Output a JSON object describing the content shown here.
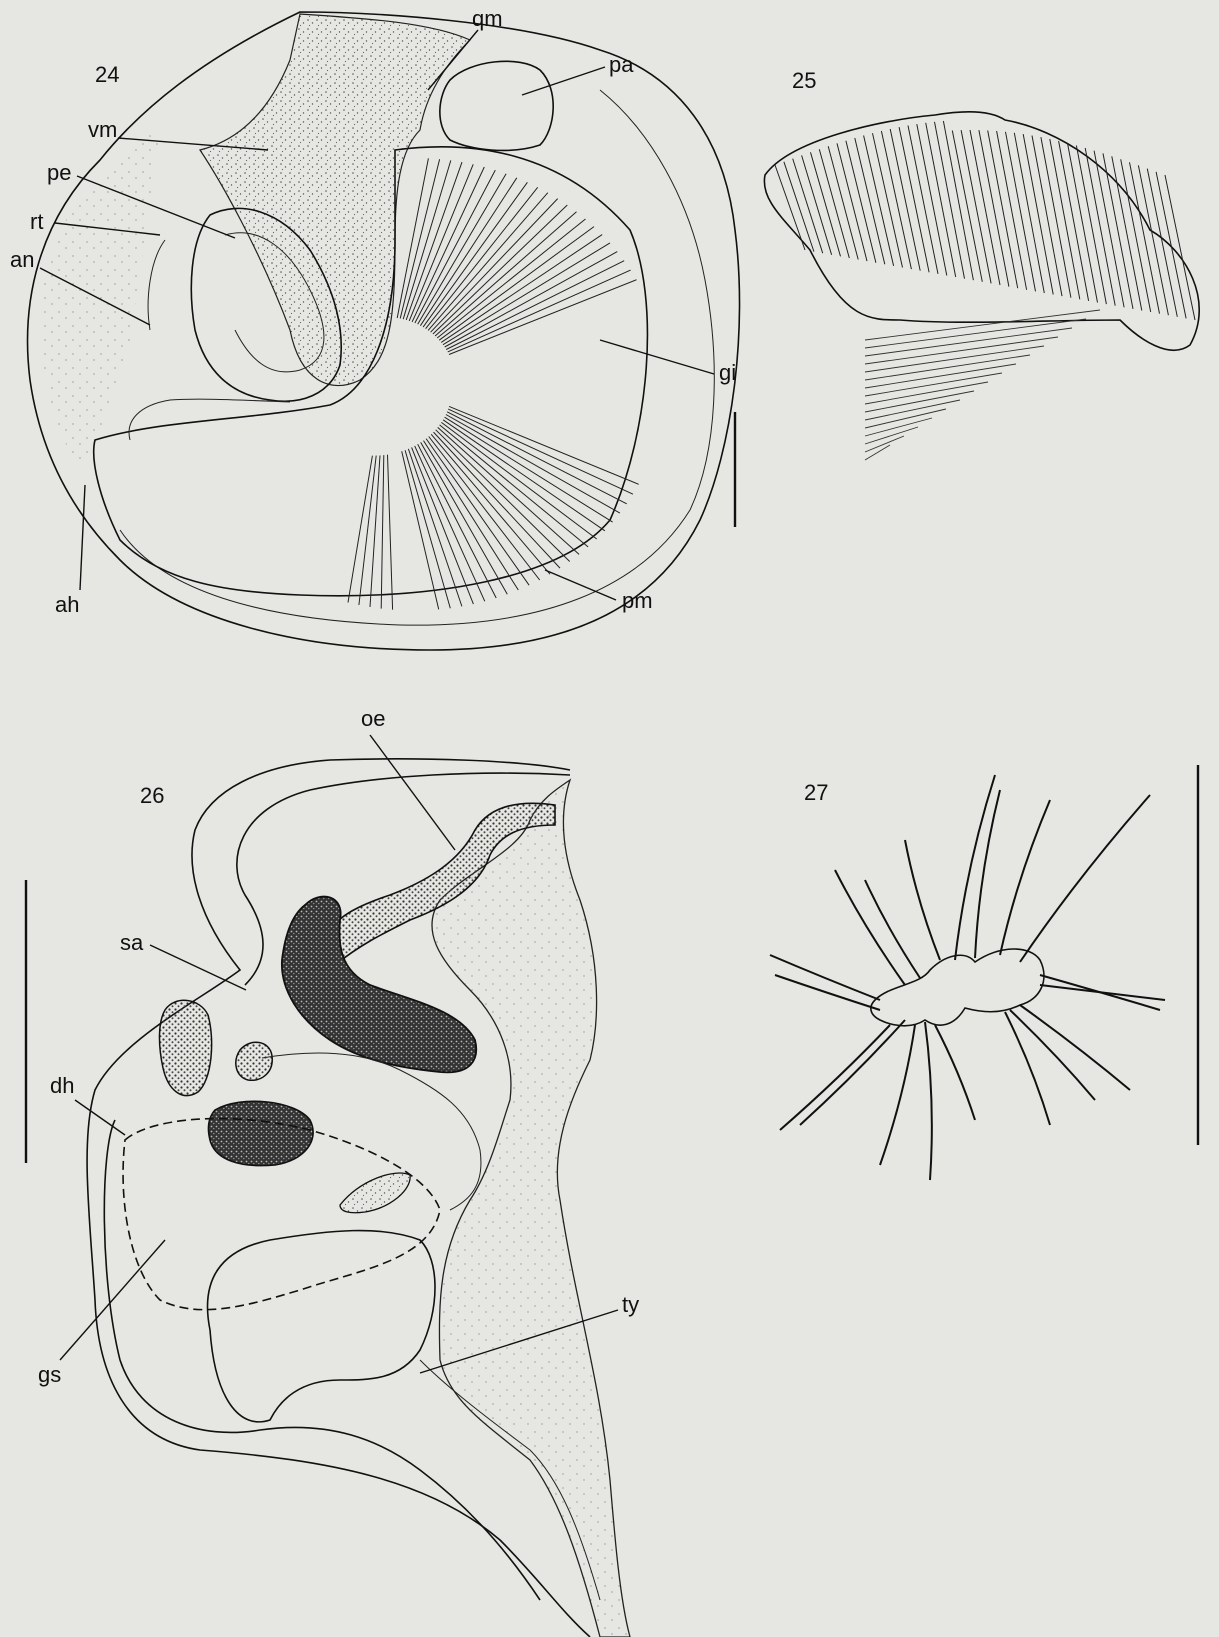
{
  "figures": [
    {
      "number": "24",
      "labels": [
        "qm",
        "pa",
        "vm",
        "pe",
        "rt",
        "an",
        "gi",
        "ah",
        "pm"
      ]
    },
    {
      "number": "25",
      "labels": []
    },
    {
      "number": "26",
      "labels": [
        "oe",
        "sa",
        "dh",
        "gs",
        "ty"
      ]
    },
    {
      "number": "27",
      "labels": []
    }
  ],
  "colors": {
    "background": "#e6e6e2",
    "ink": "#111111",
    "stipple": "#555555"
  }
}
